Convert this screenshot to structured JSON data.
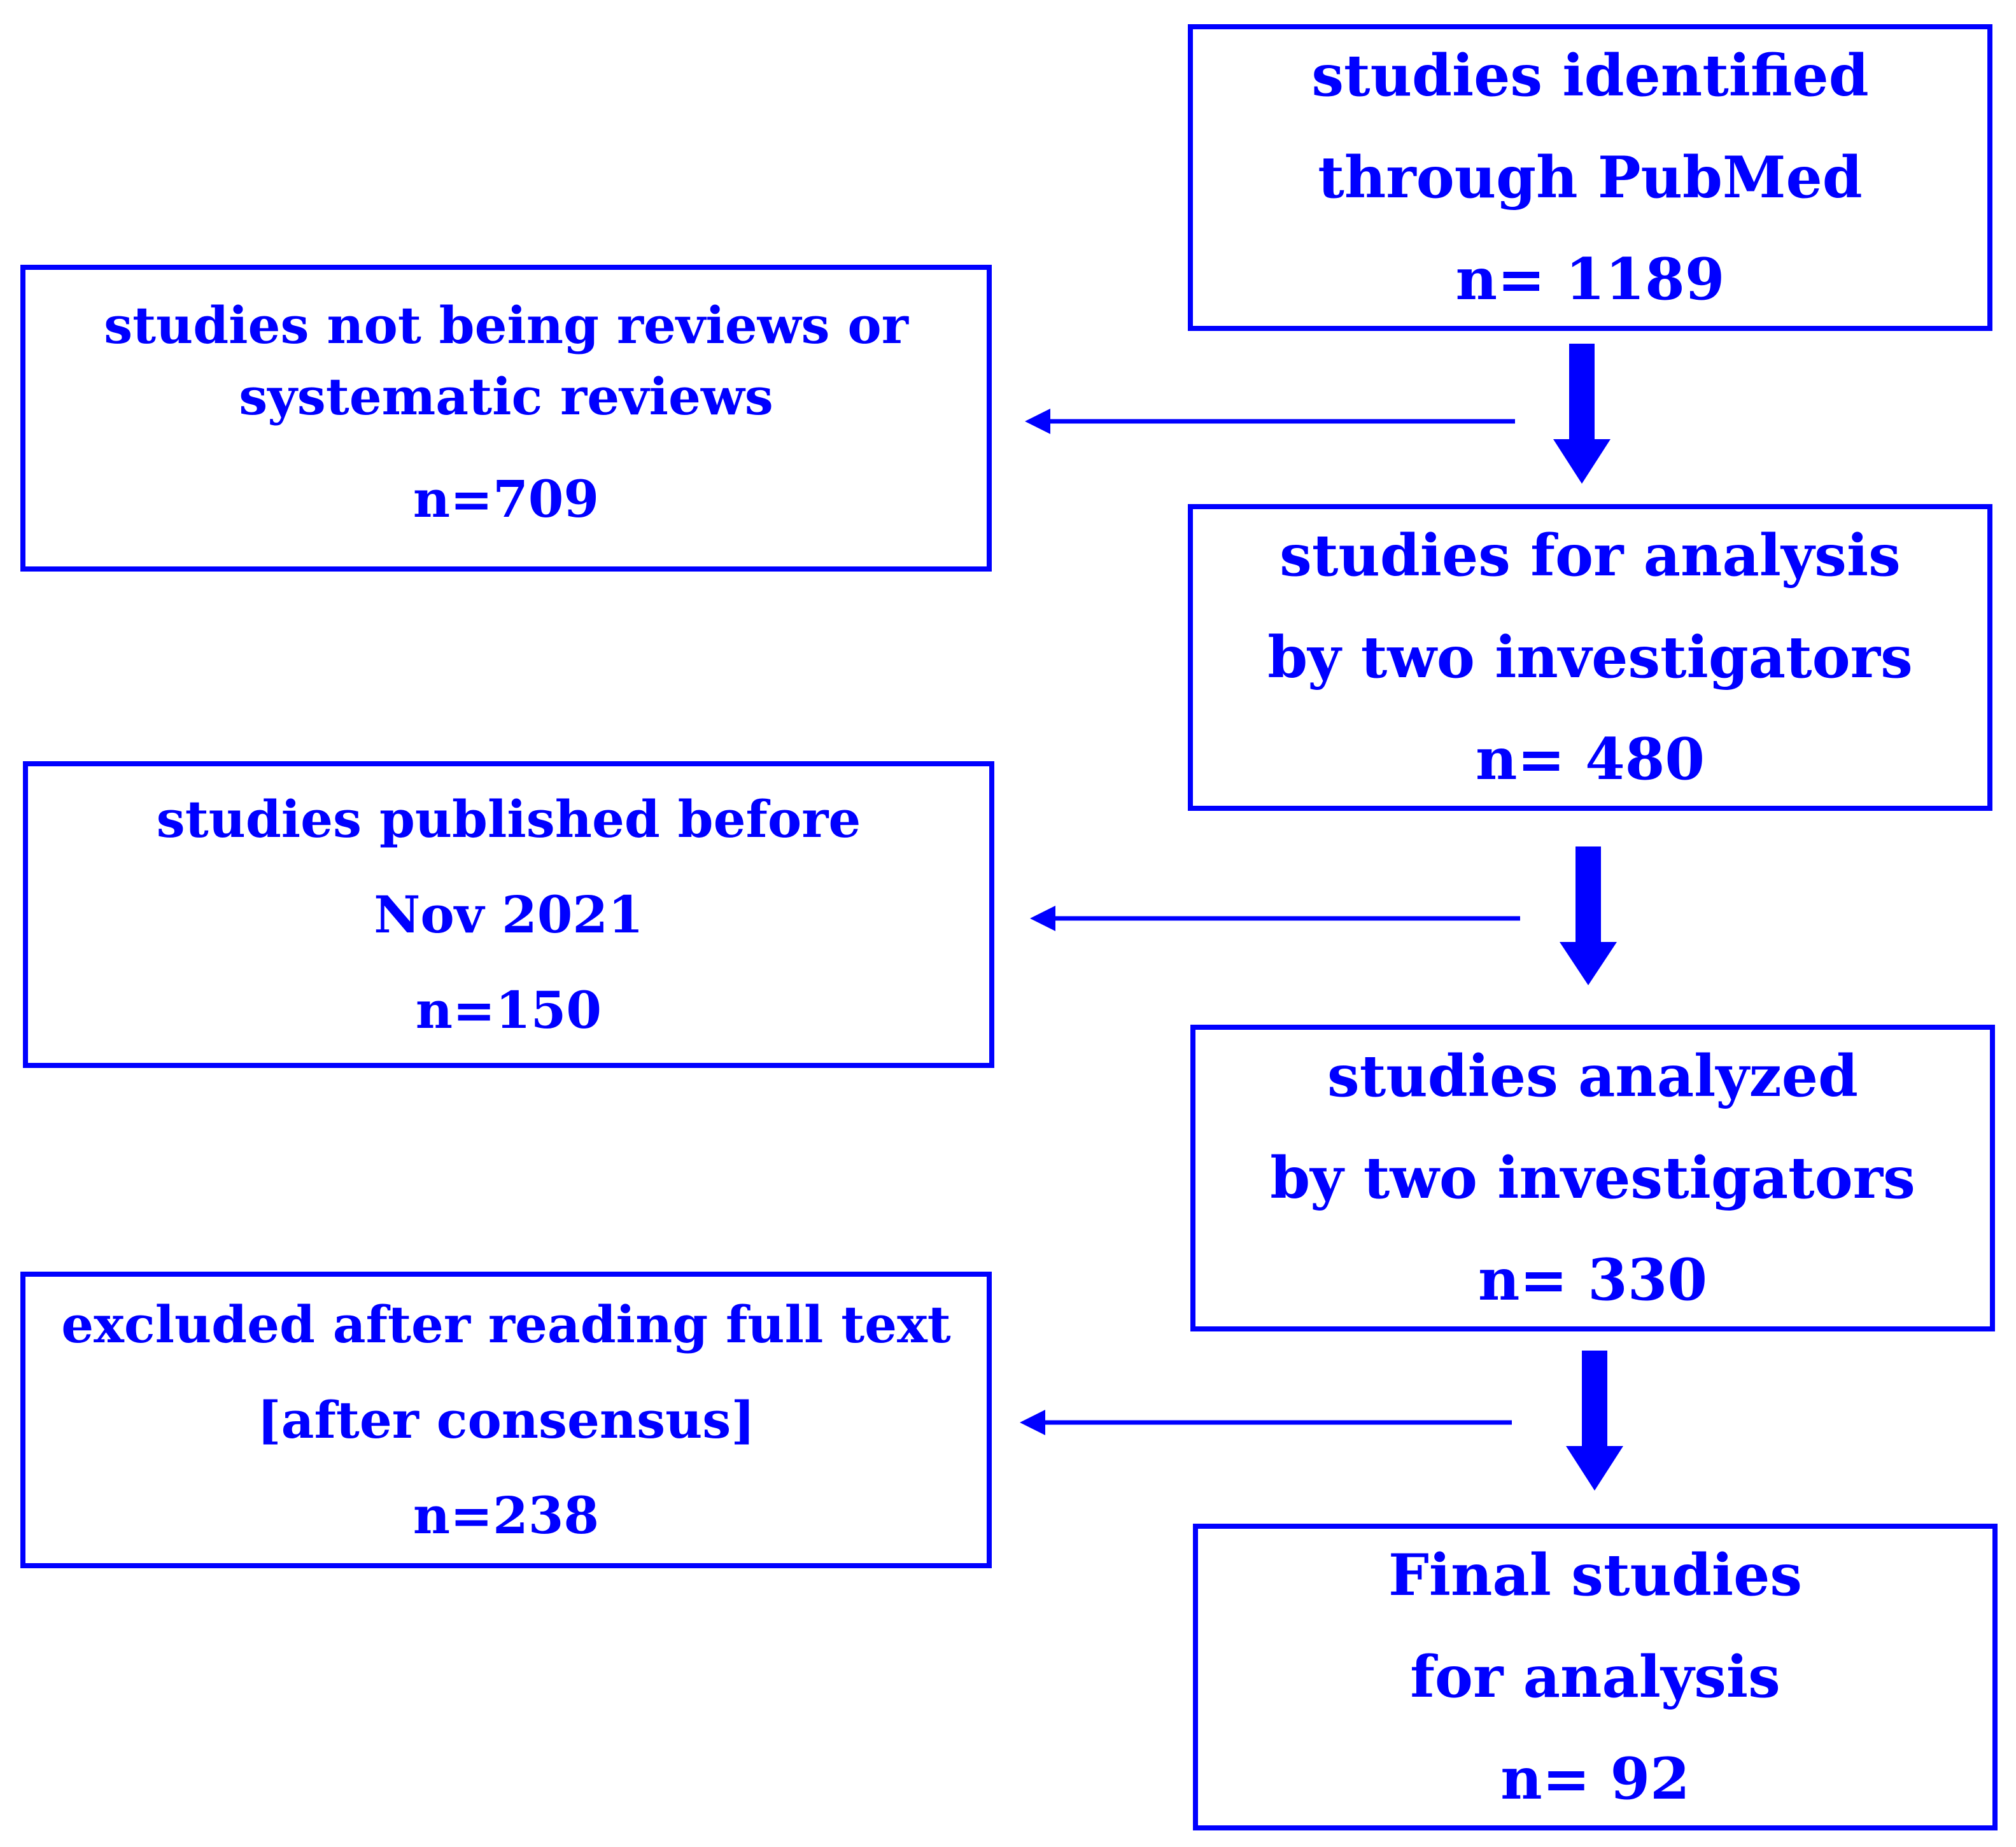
{
  "accent_color": "#0000ff",
  "main_flow": [
    {
      "id": "identified",
      "lines": [
        "studies identified",
        "through PubMed",
        "n= 1189"
      ]
    },
    {
      "id": "for-analysis",
      "lines": [
        "studies for analysis",
        "by two investigators",
        "n= 480"
      ]
    },
    {
      "id": "analyzed",
      "lines": [
        "studies analyzed",
        "by two investigators",
        "n= 330"
      ]
    },
    {
      "id": "final",
      "lines": [
        "Final studies",
        "for analysis",
        "n= 92"
      ]
    }
  ],
  "exclusions": [
    {
      "id": "not-reviews",
      "lines": [
        "studies not being reviews or",
        "systematic reviews",
        "n=709"
      ]
    },
    {
      "id": "published-before",
      "lines": [
        "studies published before",
        "Nov 2021",
        "n=150"
      ]
    },
    {
      "id": "after-full-text",
      "lines": [
        "excluded after reading full text",
        "[after consensus]",
        "n=238"
      ]
    }
  ]
}
